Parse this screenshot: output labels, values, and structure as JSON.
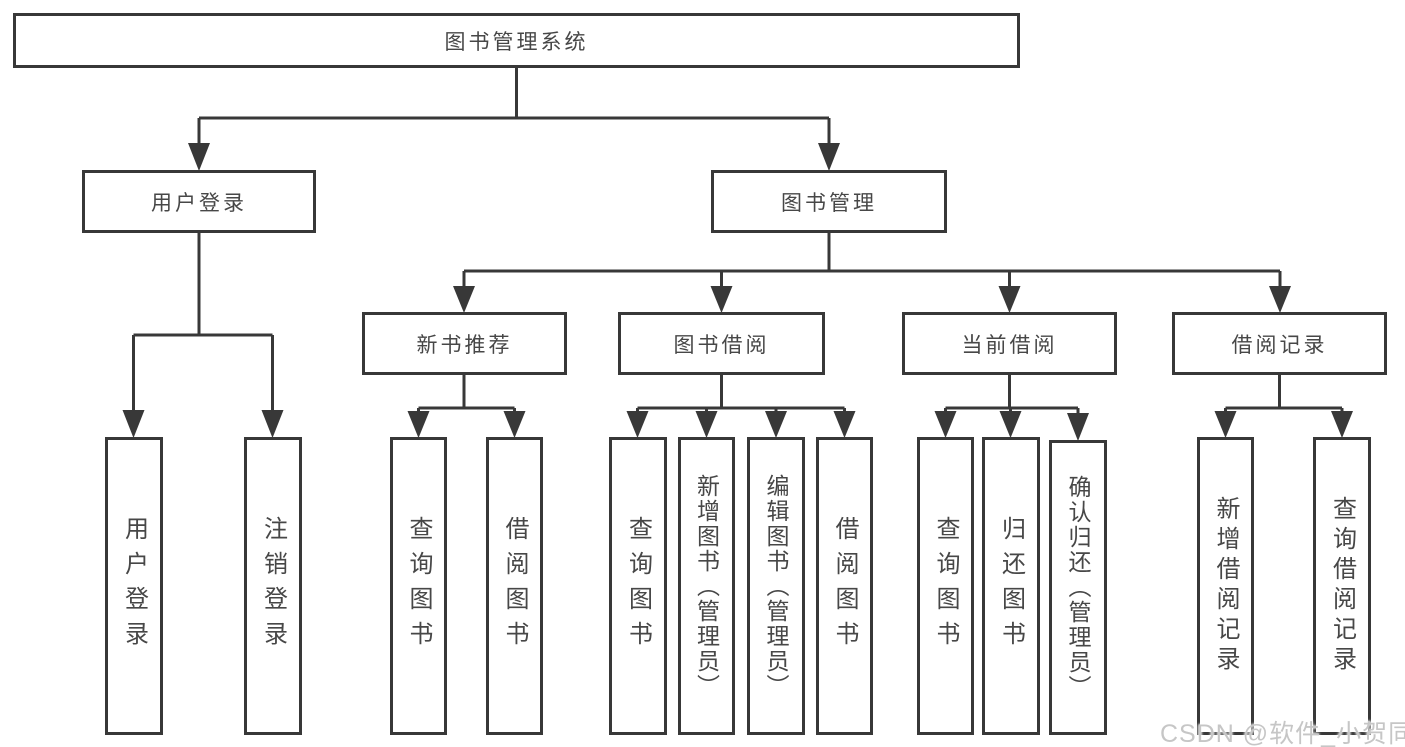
{
  "diagram_title": "图书管理系统",
  "tree": {
    "label": "图书管理系统",
    "children": [
      {
        "label": "用户登录",
        "children": [
          {
            "label": "用户登录"
          },
          {
            "label": "注销登录"
          }
        ]
      },
      {
        "label": "图书管理",
        "children": [
          {
            "label": "新书推荐",
            "children": [
              {
                "label": "查询图书"
              },
              {
                "label": "借阅图书"
              }
            ]
          },
          {
            "label": "图书借阅",
            "children": [
              {
                "label": "查询图书"
              },
              {
                "label": "新增图书（管理员）"
              },
              {
                "label": "编辑图书（管理员）"
              },
              {
                "label": "借阅图书"
              }
            ]
          },
          {
            "label": "当前借阅",
            "children": [
              {
                "label": "查询图书"
              },
              {
                "label": "归还图书"
              },
              {
                "label": "确认归还（管理员）"
              }
            ]
          },
          {
            "label": "借阅记录",
            "children": [
              {
                "label": "新增借阅记录"
              },
              {
                "label": "查询借阅记录"
              }
            ]
          }
        ]
      }
    ]
  },
  "watermark": {
    "text": "CSDN @软件_小贺同学",
    "color": "#c6c6c6"
  },
  "colors": {
    "line": "#383838",
    "text": "#474747",
    "box_fill": "#ffffff",
    "background": "#ffffff"
  }
}
